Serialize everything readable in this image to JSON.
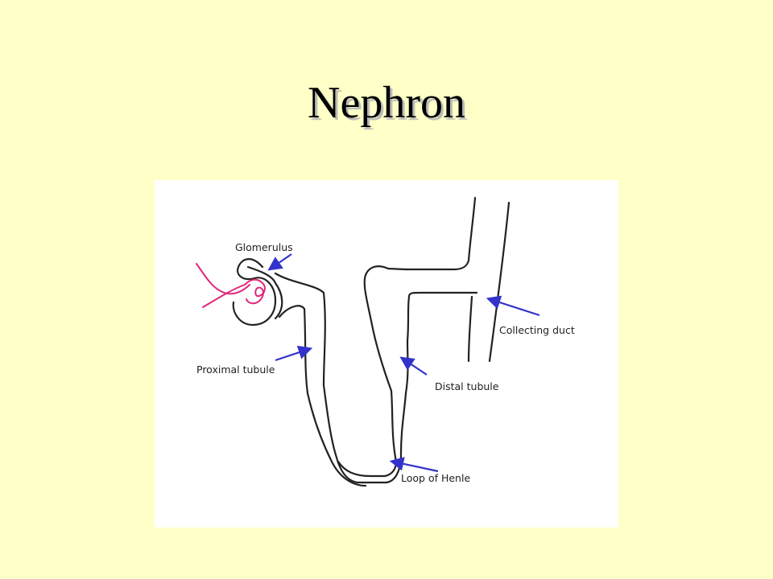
{
  "slide": {
    "title": "Nephron"
  },
  "diagram": {
    "labels": {
      "glomerulus": "Glomerulus",
      "proximal_tubule": "Proximal tubule",
      "collecting_duct": "Collecting duct",
      "distal_tubule": "Distal tubule",
      "loop_of_henle": "Loop of Henle"
    },
    "colors": {
      "background": "#ffffc8",
      "outline": "#222222",
      "arrow": "#3333cc",
      "capillary": "#e0287a"
    }
  }
}
